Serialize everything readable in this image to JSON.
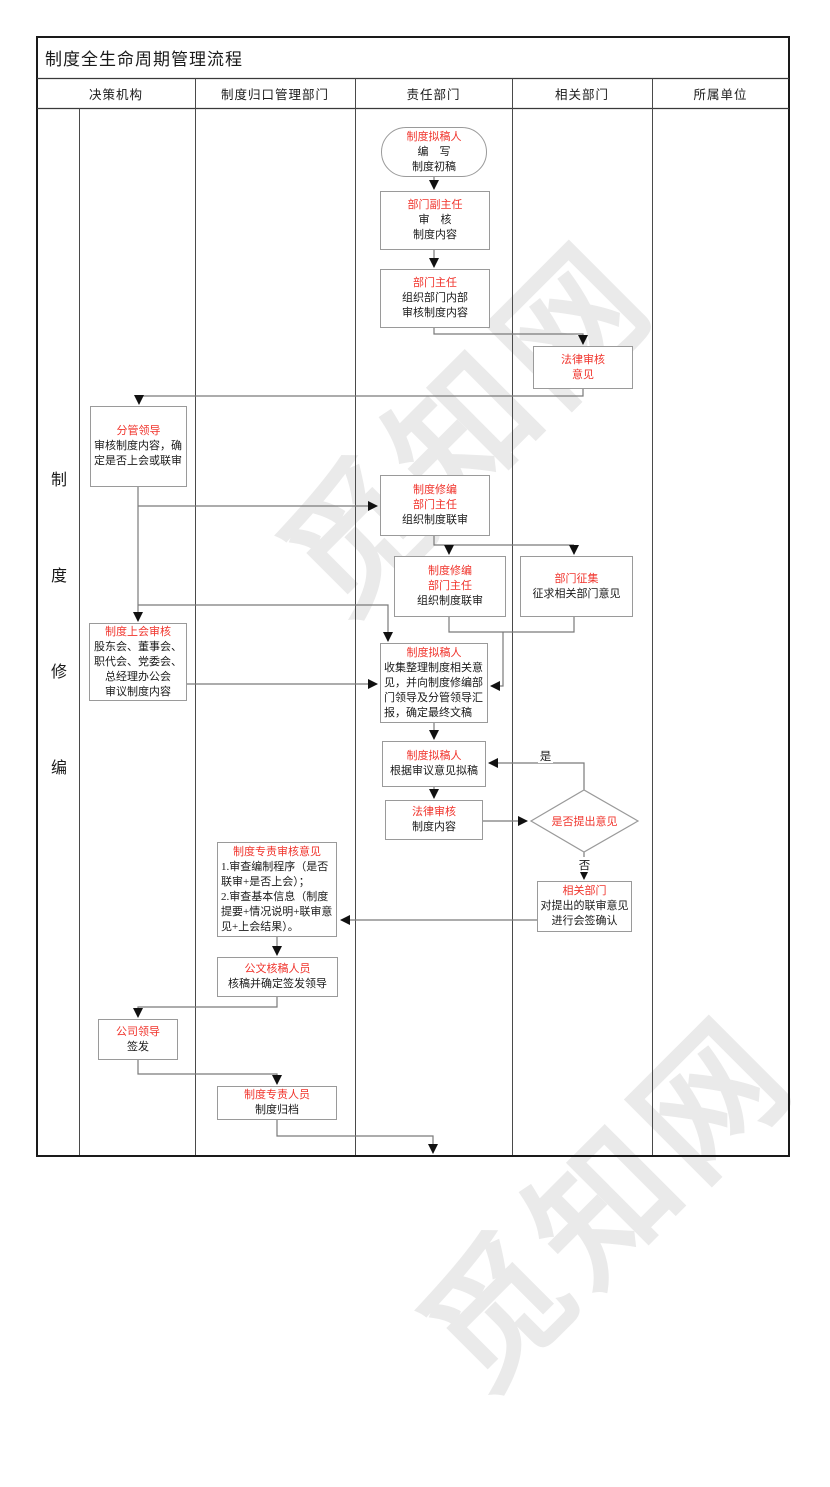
{
  "watermark": {
    "text": "觅知网"
  },
  "colors": {
    "accent_red": "#f0342c",
    "connector_gray": "#7a7a7a",
    "box_border_gray": "#9a9a9a",
    "table_border": "#1a1a1a",
    "watermark_gray": "#dadada"
  },
  "title": "制度全生命周期管理流程",
  "columns": [
    "决策机构",
    "制度归口管理部门",
    "责任部门",
    "相关部门",
    "所属单位"
  ],
  "side_label": {
    "chars": [
      "制",
      "度",
      "修",
      "编"
    ]
  },
  "branch_labels": {
    "yes": "是",
    "no": "否"
  },
  "nodes": {
    "start": {
      "title": "制度拟稿人",
      "body": "编　写\n制度初稿"
    },
    "deputy_director": {
      "title": "部门副主任",
      "body": "审　核\n制度内容"
    },
    "director": {
      "title": "部门主任",
      "body": "组织部门内部\n审核制度内容"
    },
    "legal_opinion": {
      "title": "法律审核\n意见",
      "body": ""
    },
    "leader": {
      "title": "分管领导",
      "body": "审核制度内容，确\n定是否上会或联审"
    },
    "revision_director1": {
      "title": "制度修编\n部门主任",
      "body": "组织制度联审"
    },
    "revision_director2": {
      "title": "制度修编\n部门主任",
      "body": "组织制度联审"
    },
    "dept_collect": {
      "title": "部门征集",
      "body": "征求相关部门意见"
    },
    "meeting_review": {
      "title": "制度上会审核",
      "body": "股东会、董事会、\n职代会、党委会、\n总经理办公会\n审议制度内容"
    },
    "drafter_collect": {
      "title": "制度拟稿人",
      "body": "收集整理制度相关意\n见，并向制度修编部\n门领导及分管领导汇\n报，确定最终文稿"
    },
    "drafter_revise": {
      "title": "制度拟稿人",
      "body": "根据审议意见拟稿"
    },
    "legal_review": {
      "title": "法律审核",
      "body": "制度内容"
    },
    "decision": {
      "title": "是否提出意见",
      "body": ""
    },
    "related_dept": {
      "title": "相关部门",
      "body": "对提出的联审意见\n进行会签确认"
    },
    "specialist_review": {
      "title": "制度专责审核意见",
      "body": "1.审查编制程序（是否\n联审+是否上会）；\n2.审查基本信息（制度\n提要+情况说明+联审意\n见+上会结果）。"
    },
    "doc_checker": {
      "title": "公文核稿人员",
      "body": "核稿并确定签发领导"
    },
    "company_leader": {
      "title": "公司领导",
      "body": "签发"
    },
    "archiver": {
      "title": "制度专责人员",
      "body": "制度归档"
    }
  }
}
